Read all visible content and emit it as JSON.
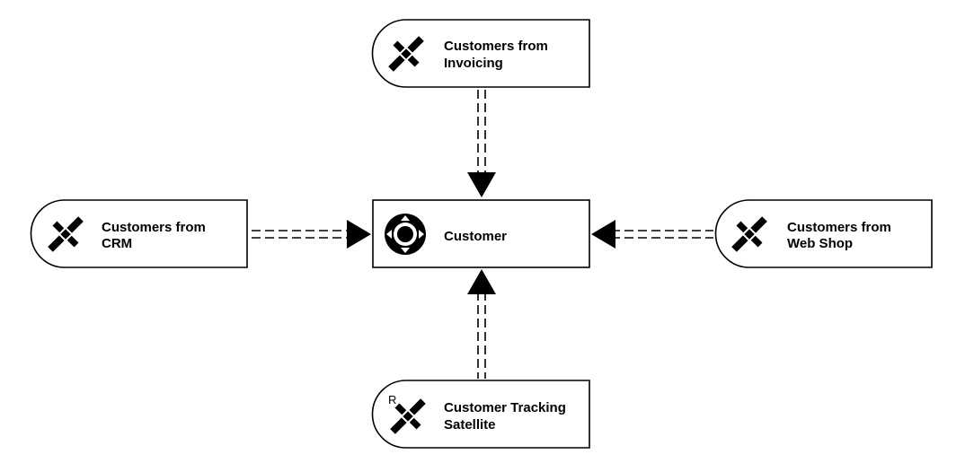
{
  "diagram": {
    "colors": {
      "stroke": "#000000",
      "background": "#ffffff"
    },
    "nodes": {
      "customer": {
        "label_line1": "Customer",
        "icon": "hub-icon",
        "shape": "rectangle"
      },
      "invoicing": {
        "label_line1": "Customers from",
        "label_line2": "Invoicing",
        "icon": "satellite-icon",
        "shape": "rounded-left"
      },
      "crm": {
        "label_line1": "Customers from",
        "label_line2": "CRM",
        "icon": "satellite-icon",
        "shape": "rounded-left"
      },
      "webshop": {
        "label_line1": "Customers from",
        "label_line2": "Web Shop",
        "icon": "satellite-icon",
        "shape": "rounded-left"
      },
      "tracking": {
        "label_line1": "Customer Tracking",
        "label_line2": "Satellite",
        "icon": "satellite-icon",
        "badge": "R",
        "shape": "rounded-left"
      }
    },
    "edges": [
      {
        "from": "invoicing",
        "to": "customer",
        "style": "double-dashed"
      },
      {
        "from": "crm",
        "to": "customer",
        "style": "double-dashed"
      },
      {
        "from": "webshop",
        "to": "customer",
        "style": "double-dashed"
      },
      {
        "from": "tracking",
        "to": "customer",
        "style": "double-dashed"
      }
    ]
  }
}
